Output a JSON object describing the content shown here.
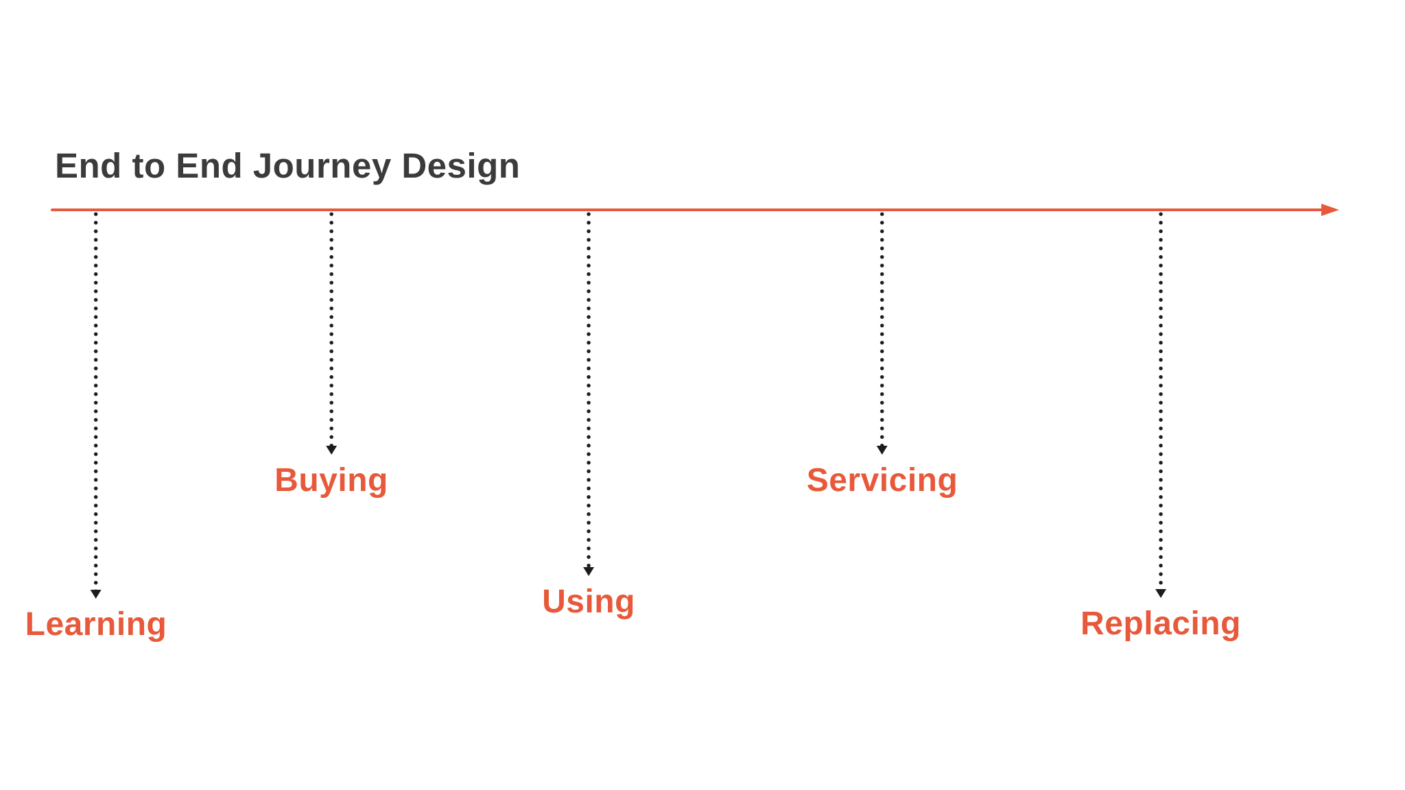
{
  "title": "End to End Journey Design",
  "colors": {
    "accent": "#E7593A",
    "title-color": "#3B3B3B",
    "dot": "#1C1C1C",
    "background": "#FFFFFF"
  },
  "timeline": {
    "orientation": "horizontal",
    "direction": "left-to-right"
  },
  "stages": [
    {
      "label": "Learning"
    },
    {
      "label": "Buying"
    },
    {
      "label": "Using"
    },
    {
      "label": "Servicing"
    },
    {
      "label": "Replacing"
    }
  ]
}
